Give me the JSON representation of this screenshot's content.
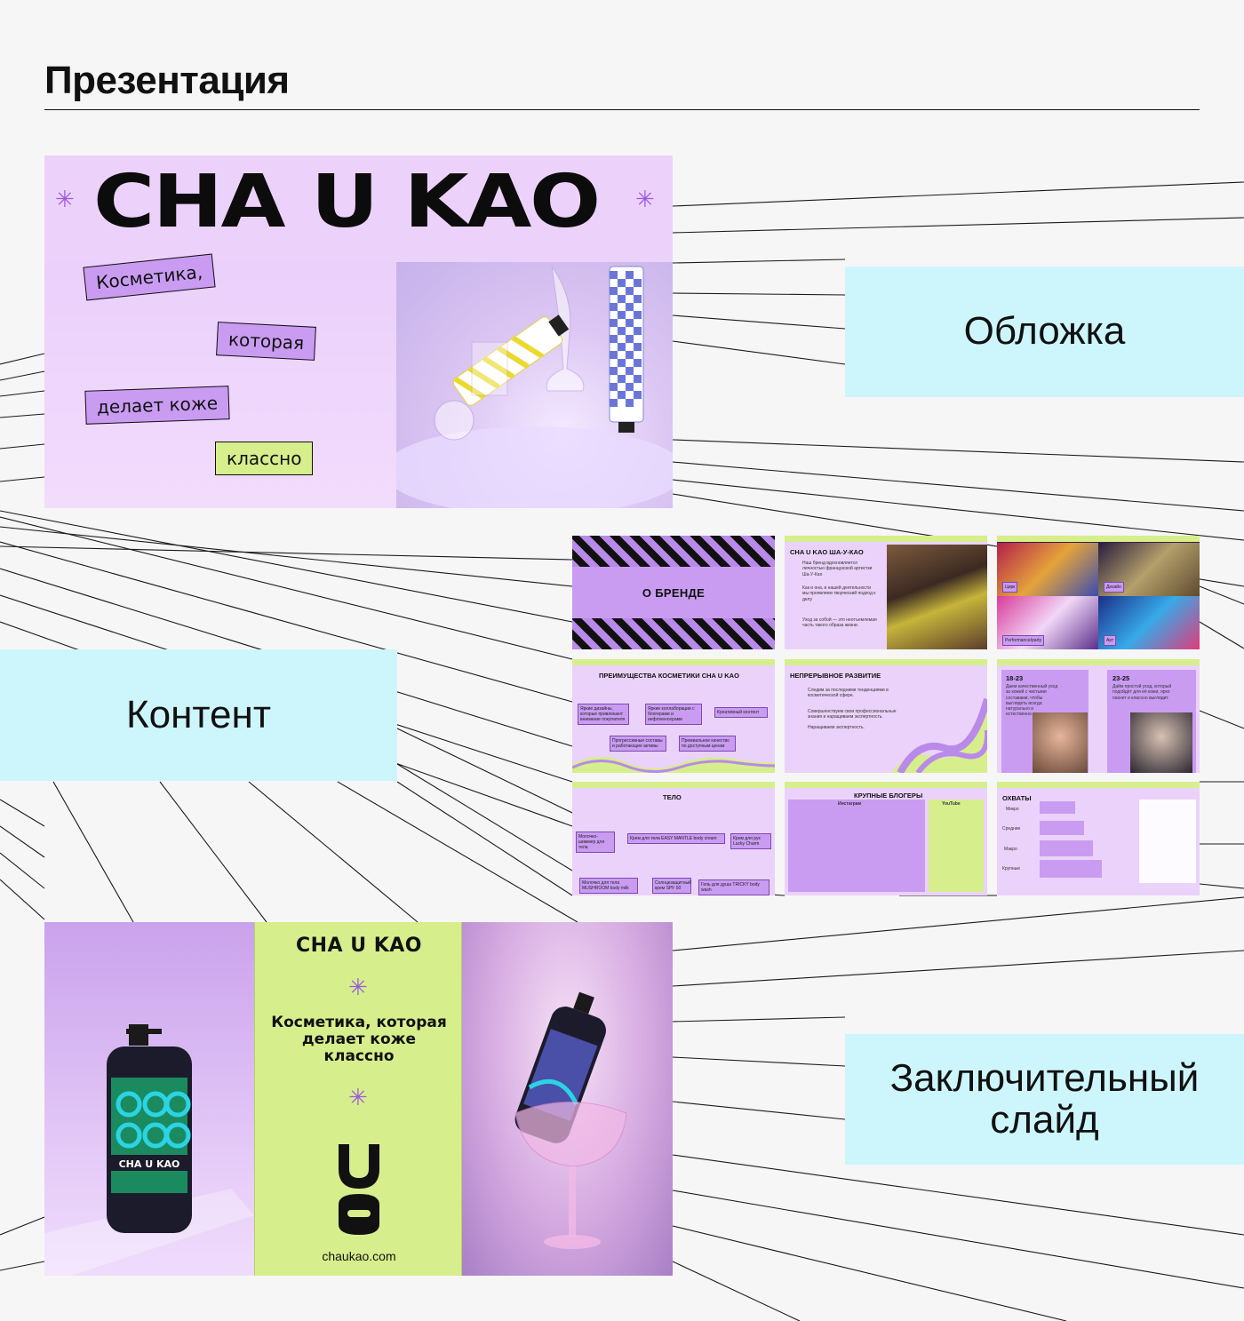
{
  "page": {
    "title": "Презентация"
  },
  "labels": {
    "cover": "Обложка",
    "content": "Контент",
    "final_line1": "Заключительный",
    "final_line2": "слайд"
  },
  "cover": {
    "brand": "CHA U KAO",
    "tags": [
      "Косметика,",
      "которая",
      "делает коже",
      "классно"
    ],
    "colors": {
      "bg": "#ecd2fb",
      "violet": "#c99cf2",
      "lime": "#d6ee8c"
    }
  },
  "content": {
    "slides": {
      "about": "О БРЕНДЕ",
      "brand_heading": "CHA U KAO ША-У-КАО",
      "brand_bullets": [
        "Наш бренд вдохновляется личностью французской артистки Ша-У-Као",
        "Как и она, в нашей деятельности мы проявляем творческий подход к делу",
        "Уход за собой — это неотъемлемая часть такого образа жизни."
      ],
      "spheres": [
        "Цирк",
        "Дизайн",
        "Performance/party",
        "Арт"
      ],
      "advantages_heading": "ПРЕИМУЩЕСТВА КОСМЕТИКИ CHA U KAO",
      "advantages": [
        "Яркие дизайны, которые привлекают внимание покупателя",
        "Яркие коллаборации с блогерами и инфлюенсерами",
        "Креативный контент",
        "Прогрессивные составы и работающие активы",
        "Премиальное качество по доступным ценам"
      ],
      "development_heading": "НЕПРЕРЫВНОЕ РАЗВИТИЕ",
      "development_points": [
        "Следим за последними тенденциями в косметической сфере.",
        "Совершенствуем свои профессиональные знания и наращиваем экспертность.",
        "Наращиваем экспертность."
      ],
      "age1": "18-23",
      "age1_text": "Даем качественный уход за кожей с чистыми составами, чтобы выглядеть всегда натурально и естественно.",
      "age2": "23-25",
      "age2_text": "Дайм простой уход, который подойдёт для её кожи, ярко пахнет и классно выглядит.",
      "body_heading": "ТЕЛО",
      "products": [
        "Молочко-шиммер для тела",
        "Крем для тела EASY MANTLE body cream",
        "Крем для рук Lucky Charm",
        "Молочко для тела MUSHROOM body milk",
        "Солнцезащитный крем SPF 50",
        "Гель для душа TRICKY body wash"
      ],
      "bloggers_heading": "КРУПНЫЕ БЛОГЕРЫ",
      "instagram": "Инстаграм",
      "youtube": "YouTube",
      "reach_heading": "ОХВАТЫ",
      "reach_tiers": [
        "Микро",
        "Средние",
        "Макро",
        "Крупные"
      ]
    }
  },
  "final": {
    "brand": "CHA U KAO",
    "tagline": "Косметика, которая делает коже классно",
    "url": "chaukao.com"
  }
}
